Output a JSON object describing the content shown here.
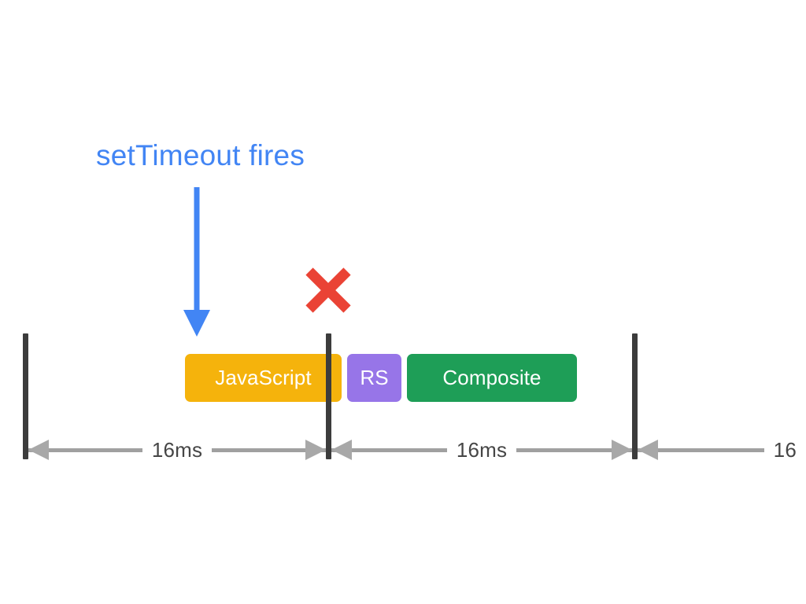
{
  "diagram": {
    "background_color": "#ffffff",
    "annotation": {
      "text": "setTimeout fires",
      "color": "#4285f4",
      "arrow_icon": "down-arrow-icon"
    },
    "missed_frame_marker": {
      "icon": "red-x-icon",
      "color": "#ea4335"
    },
    "frame_boundaries": [
      {
        "name": "frame-boundary-0",
        "color": "#3c3c3c"
      },
      {
        "name": "frame-boundary-1",
        "color": "#3c3c3c"
      },
      {
        "name": "frame-boundary-2",
        "color": "#3c3c3c"
      }
    ],
    "bars": [
      {
        "label": "JavaScript",
        "color": "#f5b30c",
        "text_color": "#ffffff"
      },
      {
        "label": "RS",
        "color": "#9775e8",
        "text_color": "#ffffff"
      },
      {
        "label": "Composite",
        "color": "#1e9e57",
        "text_color": "#ffffff"
      }
    ],
    "measurements": [
      {
        "label": "16ms",
        "color": "#464646",
        "arrow_color": "#a8a8a8",
        "heads": "both"
      },
      {
        "label": "16ms",
        "color": "#464646",
        "arrow_color": "#a8a8a8",
        "heads": "both"
      },
      {
        "label": "16",
        "color": "#464646",
        "arrow_color": "#a8a8a8",
        "heads": "left"
      }
    ]
  }
}
